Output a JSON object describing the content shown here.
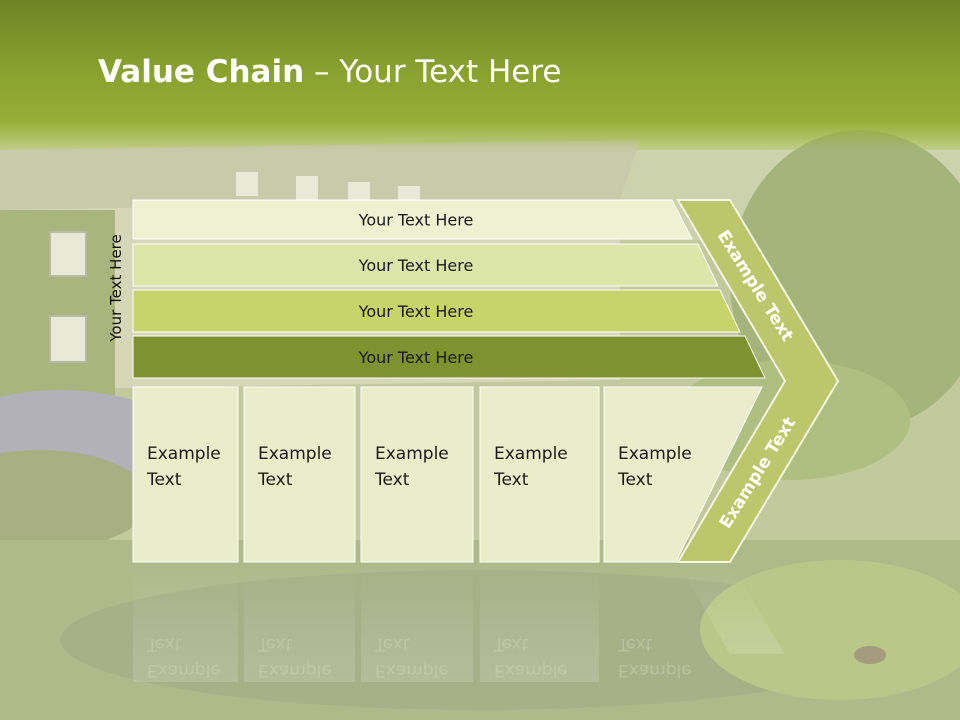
{
  "slide": {
    "title_bold": "Value Chain",
    "title_rest": " – Your Text Here",
    "side_label": "Your Text Here"
  },
  "rows": [
    {
      "label": "Your Text Here",
      "fill": "#eef2d2"
    },
    {
      "label": "Your Text Here",
      "fill": "#dde6a9"
    },
    {
      "label": "Your Text Here",
      "fill": "#c7d46c"
    },
    {
      "label": "Your Text Here",
      "fill": "#809130"
    }
  ],
  "columns": [
    {
      "line1": "Example",
      "line2": "Text"
    },
    {
      "line1": "Example",
      "line2": "Text"
    },
    {
      "line1": "Example",
      "line2": "Text"
    },
    {
      "line1": "Example",
      "line2": "Text"
    },
    {
      "line1": "Example",
      "line2": "Text"
    }
  ],
  "chevron": {
    "upper_label": "Example Text",
    "lower_label": "Example Text",
    "fill": "#bcc66a"
  },
  "colors": {
    "column_fill": "#eaedca",
    "title_band": "#88a02e",
    "title_text": "#ffffff"
  }
}
